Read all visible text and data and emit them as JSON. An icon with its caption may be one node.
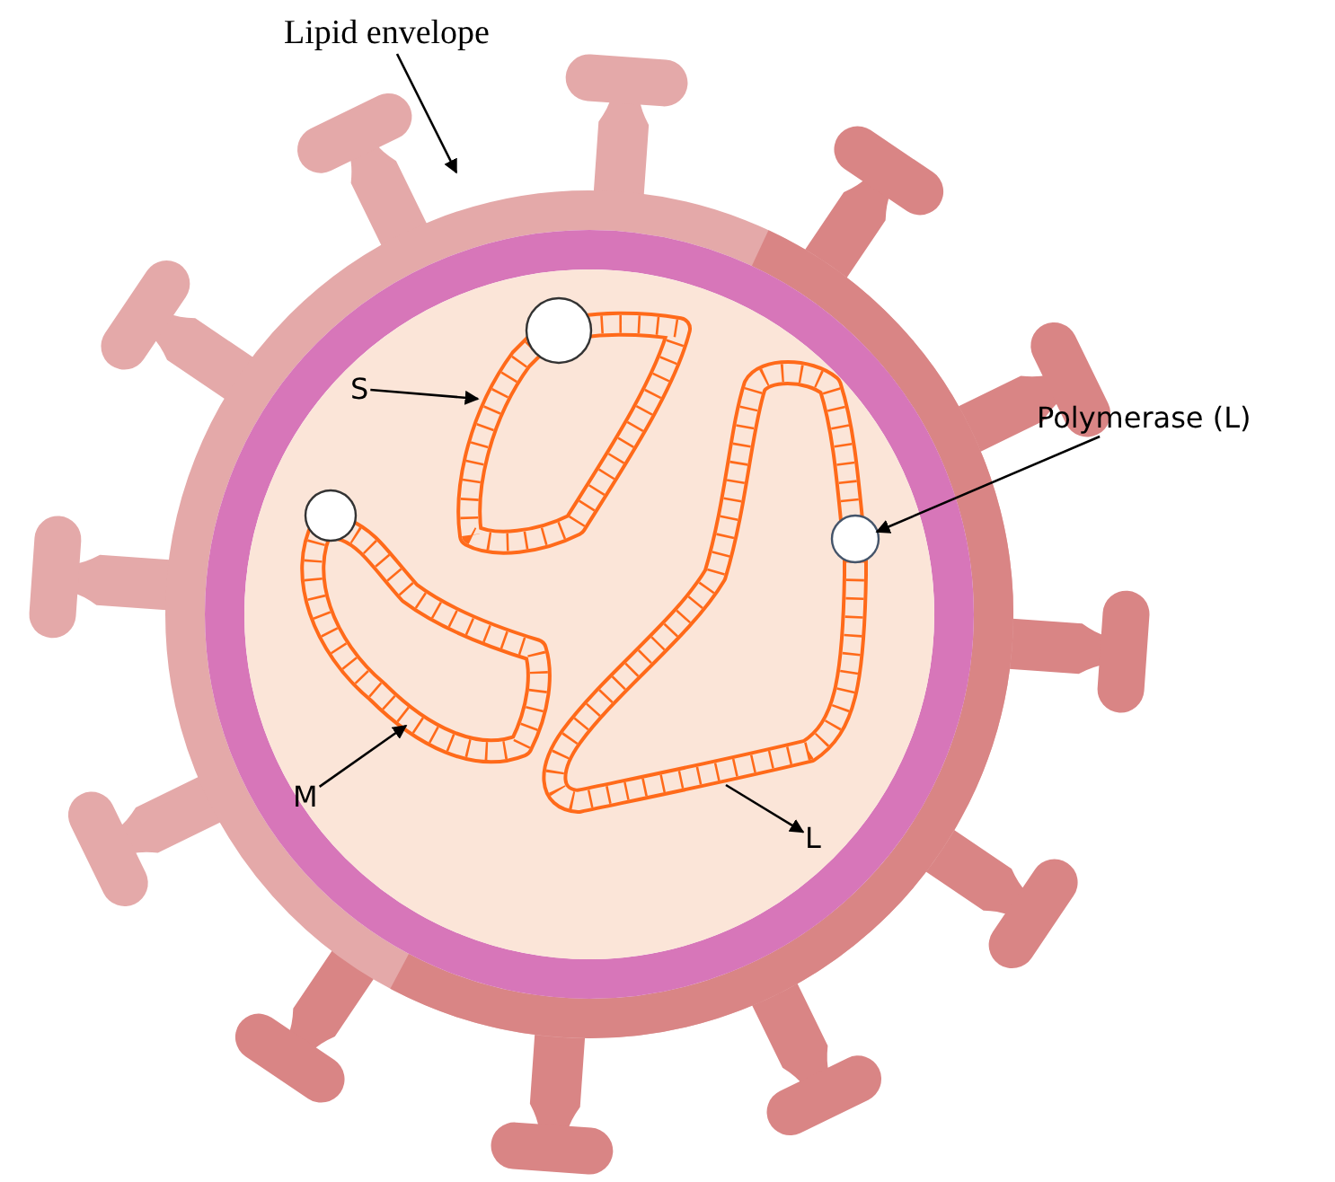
{
  "diagram": {
    "nodes": [
      {
        "text": [
          "Lipid envelope"
        ]
      },
      {
        "text": [],
        "shape": "circle"
      },
      {
        "text": [
          "S"
        ],
        "in": 1
      },
      {
        "text": [],
        "shape": "picture",
        "in": 1
      },
      {
        "text": [
          "M"
        ],
        "in": 1
      },
      {
        "text": [],
        "shape": "picture",
        "in": 1
      },
      {
        "text": [],
        "shape": "picture",
        "in": 1
      },
      {
        "text": [
          "L"
        ],
        "in": 1
      },
      {
        "text": [
          "Polymerase (L)"
        ]
      },
      {
        "text": [],
        "shape": "circle",
        "in": 1
      }
    ],
    "edges": [
      {
        "from": 0,
        "to": 1,
        "arrow": "to"
      },
      {
        "from": 2,
        "to": 3,
        "arrow": "to"
      },
      {
        "from": 4,
        "to": 5,
        "arrow": "to"
      },
      {
        "from": 6,
        "to": 7,
        "arrow": "to"
      },
      {
        "from": 8,
        "to": 9,
        "arrow": "to"
      }
    ]
  }
}
